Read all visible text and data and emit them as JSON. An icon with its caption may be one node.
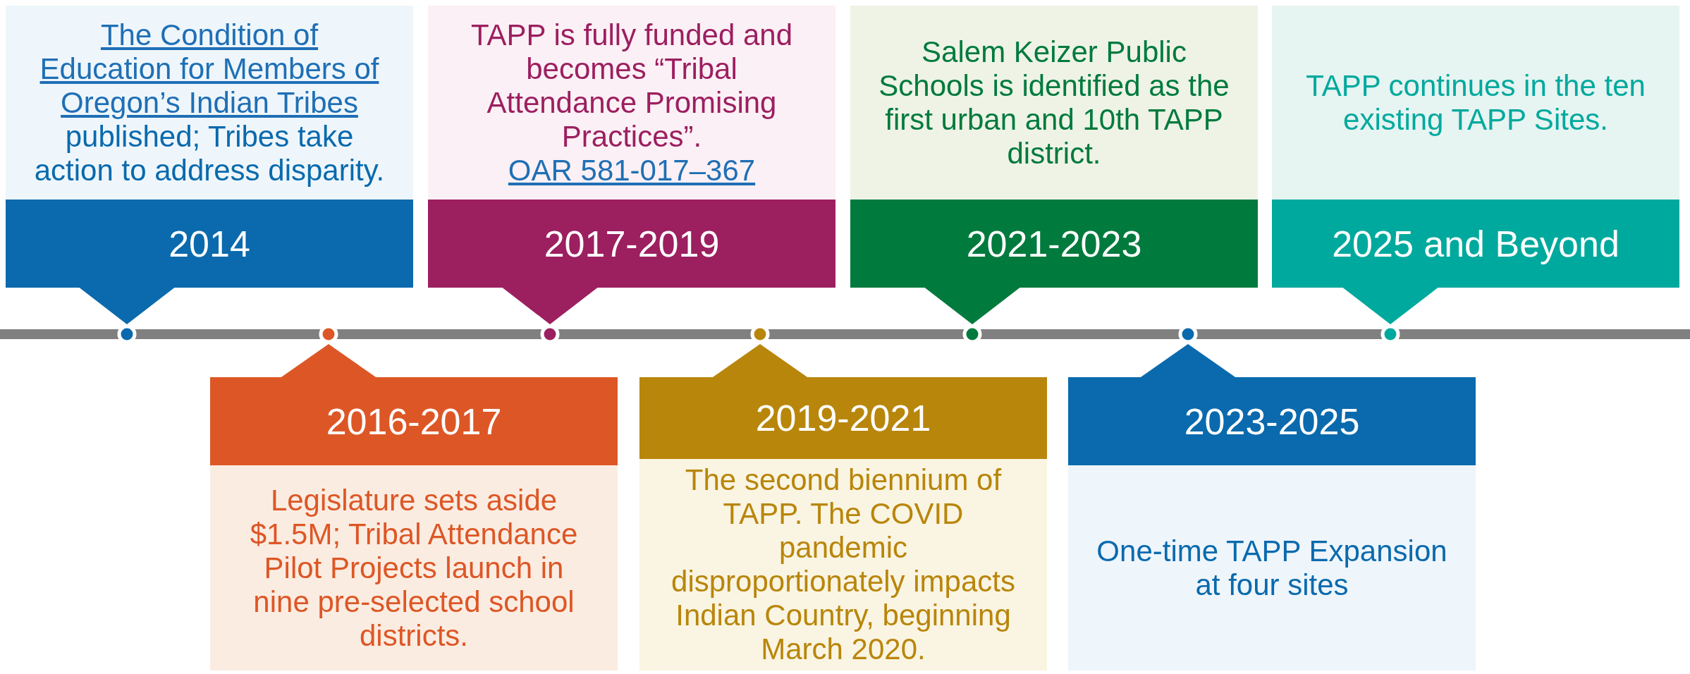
{
  "diagram": {
    "nodes": [
      {
        "text": [
          "The Condition of Education for Members of Oregon’s Indian Tribes",
          "published; Tribes take action to address disparity.",
          "2014"
        ]
      },
      {
        "text": [
          "2016-2017",
          "Legislature sets aside $1.5M; Tribal Attendance Pilot Projects launch in nine pre-selected school districts."
        ]
      },
      {
        "text": [
          "TAPP is fully funded and becomes “Tribal Attendance Promising Practices”.",
          "OAR 581-017–367",
          "2017-2019"
        ]
      },
      {
        "text": [
          "2019-2021",
          "The second biennium of TAPP. The COVID pandemic disproportionately impacts Indian Country, beginning March 2020."
        ]
      },
      {
        "text": [
          "Salem Keizer Public Schools is identified as the first urban and 10th TAPP district.",
          "2021-2023"
        ]
      },
      {
        "text": [
          "2023-2025",
          "One-time TAPP Expansion at four sites"
        ]
      },
      {
        "text": [
          "TAPP continues in the ten existing TAPP Sites.",
          "2025 and Beyond"
        ]
      }
    ]
  }
}
